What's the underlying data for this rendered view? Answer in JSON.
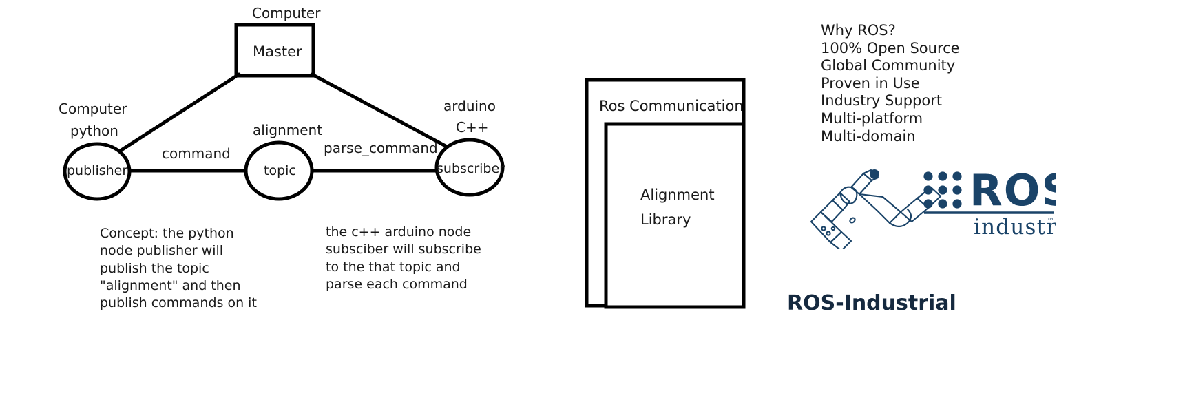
{
  "diagram": {
    "title_master_caption": "Computer",
    "master_box_label": "Master",
    "publisher": {
      "caption_line1": "Computer",
      "caption_line2": "python",
      "node_label": "publisher"
    },
    "topic": {
      "caption": "alignment",
      "node_label": "topic"
    },
    "subscriber": {
      "caption_line1": "arduino",
      "caption_line2": "C++",
      "node_label": "subscriber"
    },
    "edges": {
      "publisher_to_topic": "command",
      "topic_to_subscriber": "parse_command"
    },
    "note_left": [
      "Concept: the python",
      "node publisher will",
      "publish the topic",
      "\"alignment\" and then",
      "publish commands on it"
    ],
    "note_right": [
      "the c++ arduino node",
      "subsciber will subscribe",
      "to the that topic and",
      "parse each command"
    ]
  },
  "stack_boxes": {
    "outer_label": "Ros Communication",
    "inner_label_line1": "Alignment",
    "inner_label_line2": "Library"
  },
  "why_ros": {
    "lines": [
      "Why ROS?",
      "100% Open Source",
      "Global Community",
      "Proven in Use",
      "Industry Support",
      "Multi-platform",
      "Multi-domain"
    ]
  },
  "logo": {
    "wordmark": "ROS",
    "subword": "industrial",
    "trademark": "™",
    "caption": "ROS-Industrial"
  },
  "colors": {
    "stroke": "#000000",
    "text": "#1a1a1a",
    "brand_navy": "#1a4368",
    "brand_navy_dark": "#15293f",
    "background": "#ffffff"
  }
}
